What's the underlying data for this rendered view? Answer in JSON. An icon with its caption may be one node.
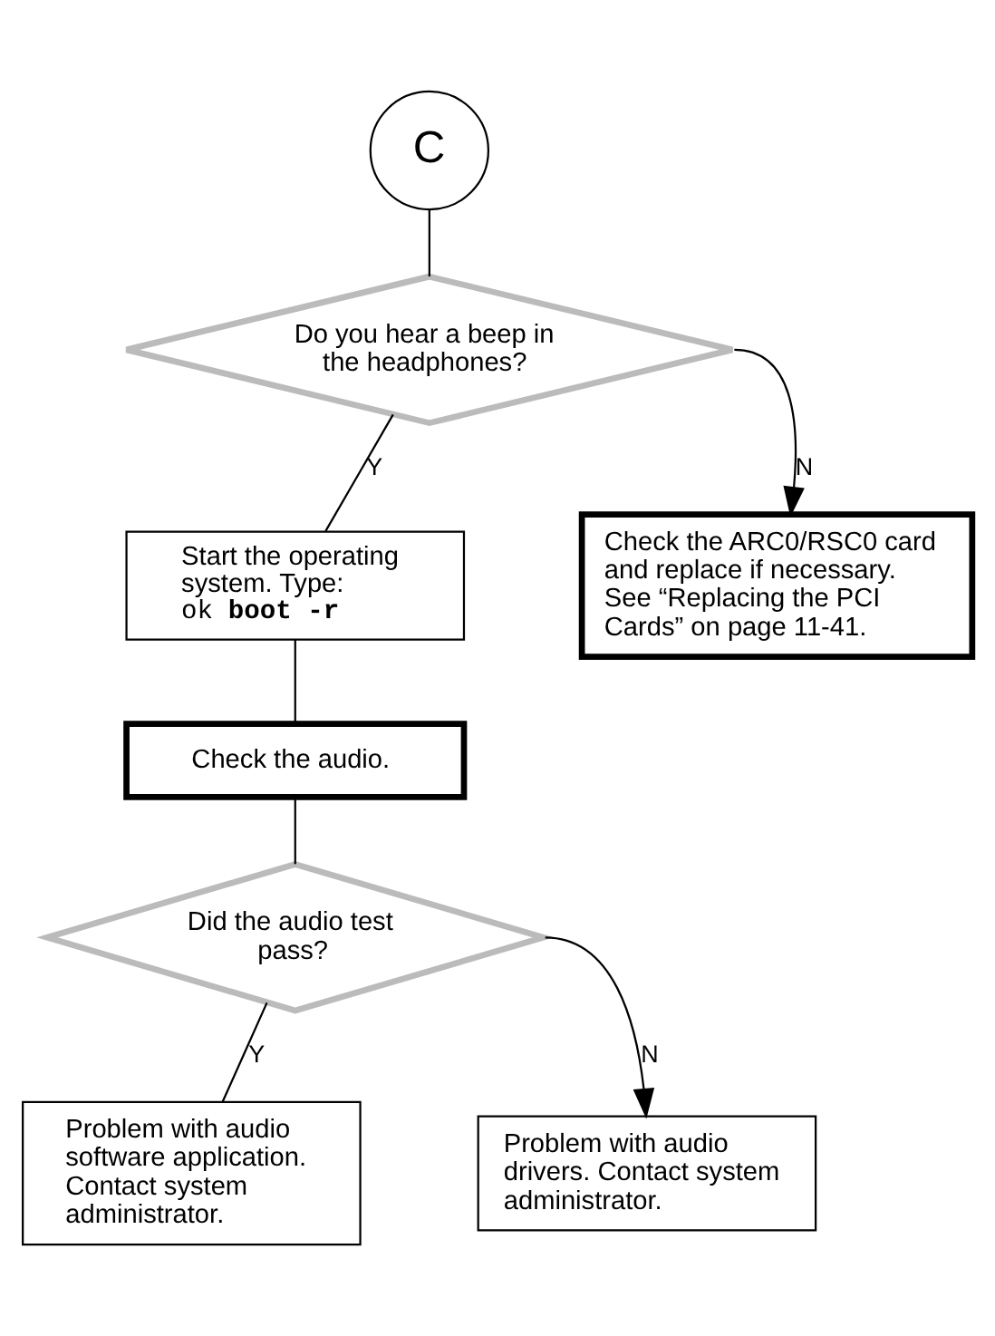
{
  "diagram": {
    "nodes": [
      {
        "text": [
          "C"
        ]
      },
      {
        "text": [
          "Do you hear a beep in the headphones?"
        ]
      },
      {
        "text": [
          "Start the operating system. Type:",
          "ok **boot -r**"
        ]
      },
      {
        "text": [
          "Check the ARC0/RSC0 card and replace if necessary. See “Replacing the PCI Cards” on page 11-41."
        ]
      },
      {
        "text": [
          "Check the audio."
        ]
      },
      {
        "text": [
          "Did the audio test pass?"
        ]
      },
      {
        "text": [
          "Problem with audio software application. Contact system administrator."
        ]
      },
      {
        "text": [
          "Problem with audio drivers. Contact system administrator."
        ]
      }
    ],
    "edges": [
      {
        "from": 0,
        "to": 1,
        "arrow": "none"
      },
      {
        "from": 1,
        "to": 3,
        "arrow": "to",
        "label": "N"
      },
      {
        "from": 1,
        "to": 2,
        "arrow": "none",
        "label": "Y"
      },
      {
        "from": 2,
        "to": 4,
        "arrow": "none"
      },
      {
        "from": 4,
        "to": 5,
        "arrow": "none"
      },
      {
        "from": 5,
        "to": 7,
        "arrow": "to",
        "label": "N"
      },
      {
        "from": 5,
        "to": 6,
        "arrow": "none",
        "label": "Y"
      }
    ]
  }
}
